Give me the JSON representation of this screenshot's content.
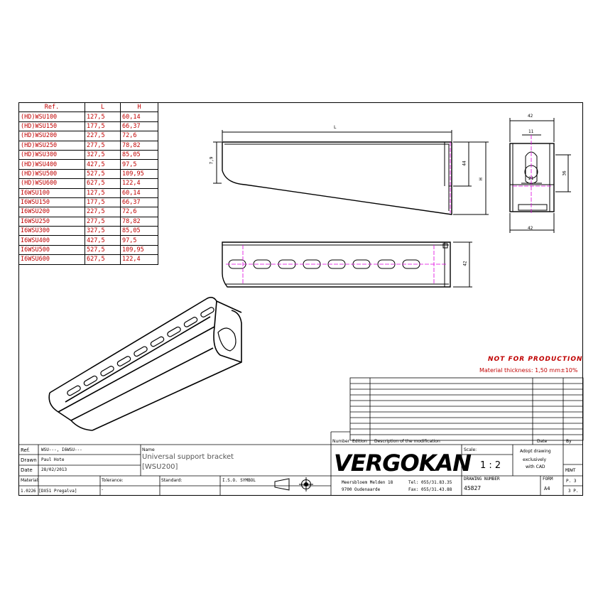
{
  "reference_table": {
    "headers": [
      "Ref.",
      "L",
      "H"
    ],
    "rows": [
      [
        "(HD)WSU100",
        "127,5",
        "60,14"
      ],
      [
        "(HD)WSU150",
        "177,5",
        "66,37"
      ],
      [
        "(HD)WSU200",
        "227,5",
        "72,6"
      ],
      [
        "(HD)WSU250",
        "277,5",
        "78,82"
      ],
      [
        "(HD)WSU300",
        "327,5",
        "85,05"
      ],
      [
        "(HD)WSU400",
        "427,5",
        "97,5"
      ],
      [
        "(HD)WSU500",
        "527,5",
        "109,95"
      ],
      [
        "(HD)WSU600",
        "627,5",
        "122,4"
      ],
      [
        "I6WSU100",
        "127,5",
        "60,14"
      ],
      [
        "I6WSU150",
        "177,5",
        "66,37"
      ],
      [
        "I6WSU200",
        "227,5",
        "72,6"
      ],
      [
        "I6WSU250",
        "277,5",
        "78,82"
      ],
      [
        "I6WSU300",
        "327,5",
        "85,05"
      ],
      [
        "I6WSU400",
        "427,5",
        "97,5"
      ],
      [
        "I6WSU500",
        "527,5",
        "109,95"
      ],
      [
        "I6WSU600",
        "627,5",
        "122,4"
      ]
    ]
  },
  "dimensions": {
    "side_L": "L",
    "side_left_height": "7,9",
    "side_44": "44",
    "side_H": "H",
    "end_top": "42",
    "end_slot": "11",
    "end_height": "36",
    "end_bottom": "42",
    "end_hole": "21",
    "bottom_height": "42"
  },
  "warnings": {
    "not_for_production": "NOT FOR PRODUCTION",
    "material_thickness": "Material thickness: 1,50 mm±10%"
  },
  "revision_table": {
    "number_label": "Number",
    "edition_label": "Edition",
    "description_label": "Description of the modification",
    "date_label": "Date",
    "by_label": "By"
  },
  "title_block": {
    "ref_label": "Ref.",
    "ref_value": "WSU---, I6WSU---",
    "drawn_label": "Drawn",
    "drawn_value": "Paul Hote",
    "date_label": "Date",
    "date_value": "28/02/2013",
    "name_label": "Name",
    "name_line1": "Universal support bracket",
    "name_line2": "[WSU200]",
    "material_label": "Material:",
    "material_value": "1.0226 [DX51 Pregalva]",
    "tolerance_label": "Tolerance:",
    "tolerance_value": "-",
    "standard_label": "Standard:",
    "iso_label": "I.S.O. SYMBOL",
    "company": "VERGOKAN",
    "address1": "Meersbloem Melden 18",
    "address2": "9700 Oudenaarde",
    "tel": "Tel: 055/31.83.35",
    "fax": "Fax: 055/31.43.88",
    "scale_label": "Scale:",
    "scale_value": "1 : 2",
    "adopt_line1": "Adopt drawing",
    "adopt_line2": "exclusively",
    "adopt_line3": "with CAD",
    "drawing_number_label": "DRAWING NUMBER",
    "drawing_number": "45827",
    "form_label": "FORM",
    "form_value": "A4",
    "mdwt_label": "MDWT",
    "page_label": "P. 3",
    "pages_label": "3 P."
  },
  "colors": {
    "accent_red": "#c00000",
    "centerline_magenta": "#e000e0"
  }
}
